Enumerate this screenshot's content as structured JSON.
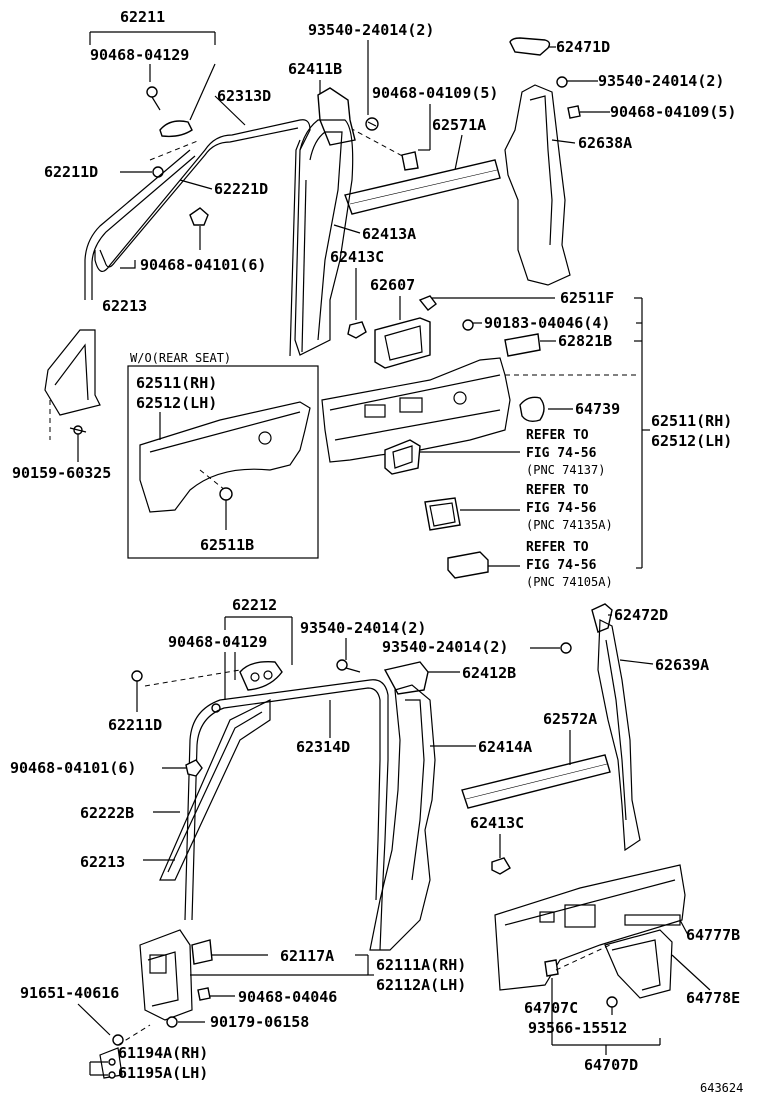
{
  "labels": {
    "p62211": "62211",
    "p90468_04129_a": "90468-04129",
    "p62313D": "62313D",
    "p62211D_a": "62211D",
    "p62221D": "62221D",
    "p90468_04101_a": "90468-04101(6)",
    "p62213_a": "62213",
    "p93540_a": "93540-24014(2)",
    "p62411B": "62411B",
    "p90468_04109_a": "90468-04109(5)",
    "p62571A": "62571A",
    "p62413A": "62413A",
    "p62413C_a": "62413C",
    "p62607": "62607",
    "p62471D": "62471D",
    "p93540_b": "93540-24014(2)",
    "p90468_04109_b": "90468-04109(5)",
    "p62638A": "62638A",
    "p62511F": "62511F",
    "p90183": "90183-04046(4)",
    "p62821B": "62821B",
    "p64739": "64739",
    "p62511RH": "62511(RH)",
    "p62512LH": "62512(LH)",
    "wo_rear_seat": "W/O(REAR SEAT)",
    "wo_62511RH": "62511(RH)",
    "wo_62512LH": "62512(LH)",
    "p62511B": "62511B",
    "p90159": "90159-60325",
    "refer1_a": "REFER TO",
    "refer1_b": "FIG 74-56",
    "refer1_c": "(PNC 74137)",
    "refer2_a": "REFER TO",
    "refer2_b": "FIG 74-56",
    "refer2_c": "(PNC 74135A)",
    "refer3_a": "REFER TO",
    "refer3_b": "FIG 74-56",
    "refer3_c": "(PNC 74105A)",
    "p62212": "62212",
    "p90468_04129_b": "90468-04129",
    "p93540_c": "93540-24014(2)",
    "p93540_d": "93540-24014(2)",
    "p62472D": "62472D",
    "p62639A": "62639A",
    "p62412B": "62412B",
    "p62211D_b": "62211D",
    "p62314D": "62314D",
    "p62414A": "62414A",
    "p62572A": "62572A",
    "p90468_04101_b": "90468-04101(6)",
    "p62222B": "62222B",
    "p62213_b": "62213",
    "p62413C_b": "62413C",
    "p62117A": "62117A",
    "p62111A": "62111A(RH)",
    "p62112A": "62112A(LH)",
    "p64777B": "64777B",
    "p91651": "91651-40616",
    "p90468_04046": "90468-04046",
    "p90179": "90179-06158",
    "p64778E": "64778E",
    "p64707C": "64707C",
    "p93566": "93566-15512",
    "p61194A": "61194A(RH)",
    "p61195A": "61195A(LH)",
    "p64707D": "64707D",
    "figure_no": "643624"
  }
}
